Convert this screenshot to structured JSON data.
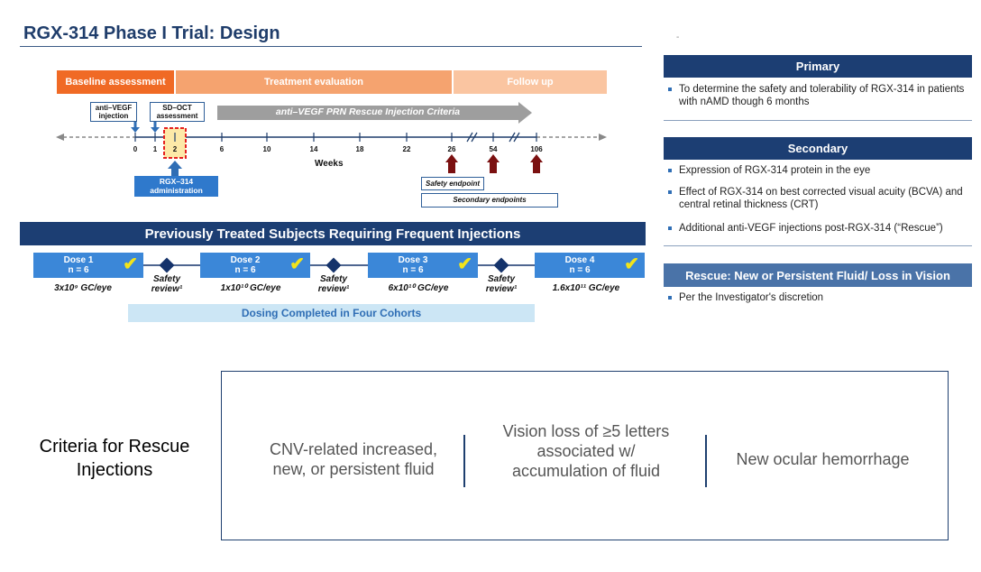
{
  "title": "RGX-314 Phase I Trial: Design",
  "phases": {
    "baseline": "Baseline assessment",
    "treatment": "Treatment evaluation",
    "followup": "Follow up"
  },
  "callouts": {
    "anti_vegf": "anti–VEGF injection",
    "sd_oct": "SD–OCT assessment",
    "rgx_admin": "RGX–314 administration",
    "rescue_arrow": "anti–VEGF PRN Rescue Injection Criteria"
  },
  "timeline": {
    "ticks": [
      "0",
      "1",
      "2",
      "6",
      "10",
      "14",
      "18",
      "22",
      "26",
      "54",
      "106"
    ],
    "axis_label": "Weeks",
    "safety_endpoint": "Safety endpoint",
    "secondary_endpoints": "Secondary endpoints"
  },
  "cohort_banner": "Previously Treated Subjects Requiring Frequent Injections",
  "doses": [
    {
      "name": "Dose 1",
      "n": "n = 6",
      "value": "3x10⁹ GC/eye"
    },
    {
      "name": "Dose 2",
      "n": "n = 6",
      "value": "1x10¹⁰ GC/eye"
    },
    {
      "name": "Dose 3",
      "n": "n = 6",
      "value": "6x10¹⁰ GC/eye"
    },
    {
      "name": "Dose 4",
      "n": "n = 6",
      "value": "1.6x10¹¹ GC/eye"
    }
  ],
  "safety_review": {
    "line1": "Safety",
    "line2": "review¹"
  },
  "dosing_banner": "Dosing Completed in Four Cohorts",
  "side": {
    "dash": "-",
    "primary_header": "Primary",
    "primary_bullets": [
      "To determine the safety and tolerability of RGX-314 in patients with nAMD though 6 months"
    ],
    "secondary_header": "Secondary",
    "secondary_bullets": [
      "Expression of RGX-314 protein in the eye",
      "Effect of RGX-314 on best corrected visual acuity (BCVA) and central retinal thickness (CRT)",
      "Additional anti-VEGF injections post-RGX-314 (“Rescue”)"
    ],
    "rescue_header": "Rescue: New or Persistent Fluid/ Loss in Vision",
    "rescue_bullets": [
      "Per the Investigator's discretion"
    ]
  },
  "criteria": {
    "label": "Criteria for Rescue Injections",
    "items": [
      "CNV-related increased, new, or persistent fluid",
      "Vision loss of ≥5 letters associated w/ accumulation of fluid",
      "New ocular hemorrhage"
    ]
  },
  "colors": {
    "navy": "#1c3e73",
    "baseline": "#f06a25",
    "treatment": "#f5a36f",
    "followup": "#fac5a1",
    "dose_blue": "#3b87d8",
    "check": "#f2e41a",
    "endpoint_arrow": "#7b1010",
    "highlight_box": "#e5201f"
  }
}
